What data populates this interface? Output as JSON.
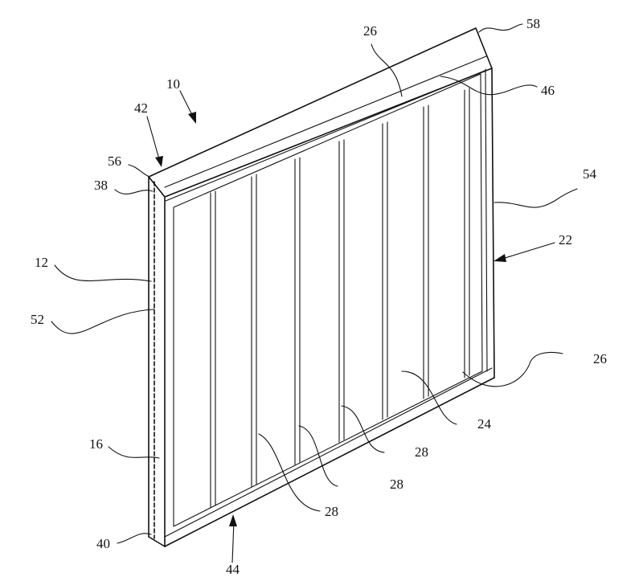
{
  "figure": {
    "labels": [
      {
        "id": "ref-10",
        "text": "10"
      },
      {
        "id": "ref-42",
        "text": "42"
      },
      {
        "id": "ref-56",
        "text": "56"
      },
      {
        "id": "ref-38",
        "text": "38"
      },
      {
        "id": "ref-12",
        "text": "12"
      },
      {
        "id": "ref-52",
        "text": "52"
      },
      {
        "id": "ref-16",
        "text": "16"
      },
      {
        "id": "ref-40",
        "text": "40"
      },
      {
        "id": "ref-44",
        "text": "44"
      },
      {
        "id": "ref-28a",
        "text": "28"
      },
      {
        "id": "ref-28b",
        "text": "28"
      },
      {
        "id": "ref-28c",
        "text": "28"
      },
      {
        "id": "ref-24",
        "text": "24"
      },
      {
        "id": "ref-26-bottom",
        "text": "26"
      },
      {
        "id": "ref-22",
        "text": "22"
      },
      {
        "id": "ref-54",
        "text": "54"
      },
      {
        "id": "ref-46",
        "text": "46"
      },
      {
        "id": "ref-26-top",
        "text": "26"
      },
      {
        "id": "ref-58",
        "text": "58"
      }
    ]
  }
}
